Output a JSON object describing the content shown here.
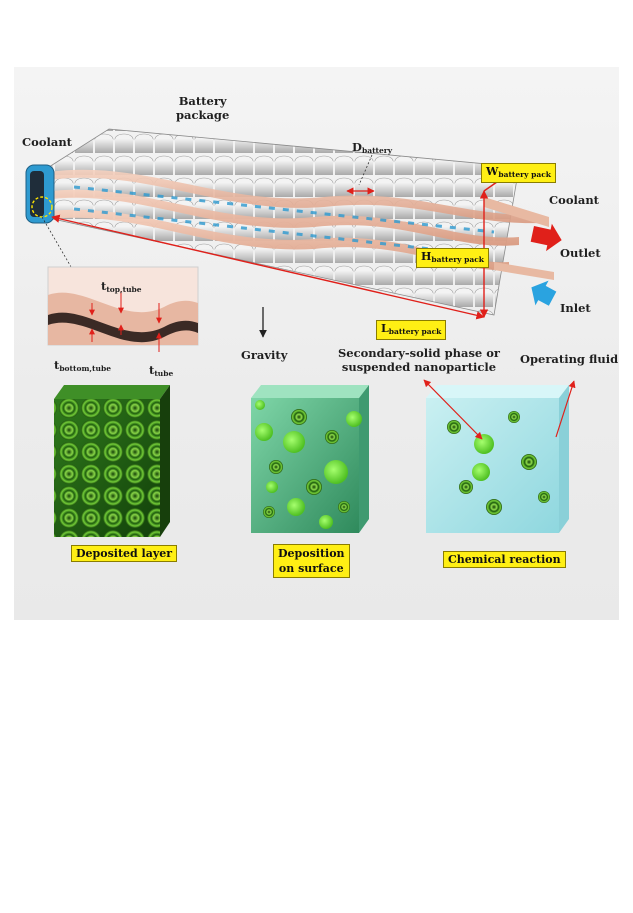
{
  "labels": {
    "battery_package": "Battery\npackage",
    "coolant_left": "Coolant",
    "coolant_right": "Coolant",
    "outlet": "Outlet",
    "inlet": "Inlet",
    "gravity": "Gravity",
    "d_battery_main": "D",
    "d_battery_sub": "battery",
    "w_pack_main": "W",
    "w_pack_sub": "battery pack",
    "h_pack_main": "H",
    "h_pack_sub": "battery pack",
    "l_pack_main": "L",
    "l_pack_sub": "battery pack",
    "t_top_main": "t",
    "t_top_sub": "top,tube",
    "t_bottom_main": "t",
    "t_bottom_sub": "bottom,tube",
    "t_tube_main": "t",
    "t_tube_sub": "tube",
    "secondary_phase": "Secondary-solid phase or\nsuspended nanoparticle",
    "operating_fluid": "Operating fluid",
    "deposited_layer": "Deposited layer",
    "deposition_surface": "Deposition\non surface",
    "chemical_reaction": "Chemical reaction"
  },
  "colors": {
    "arrow_red": "#e0201a",
    "arrow_blue": "#2aa3e0",
    "box_yellow": "#ffef14",
    "cell_gray": "#d9d9d9",
    "tube_pink": "#e8b9a2",
    "coolant_blue": "#2e9ad0",
    "particle_green": "#6ee63a",
    "fluid_cyan": "#aee5ea"
  }
}
